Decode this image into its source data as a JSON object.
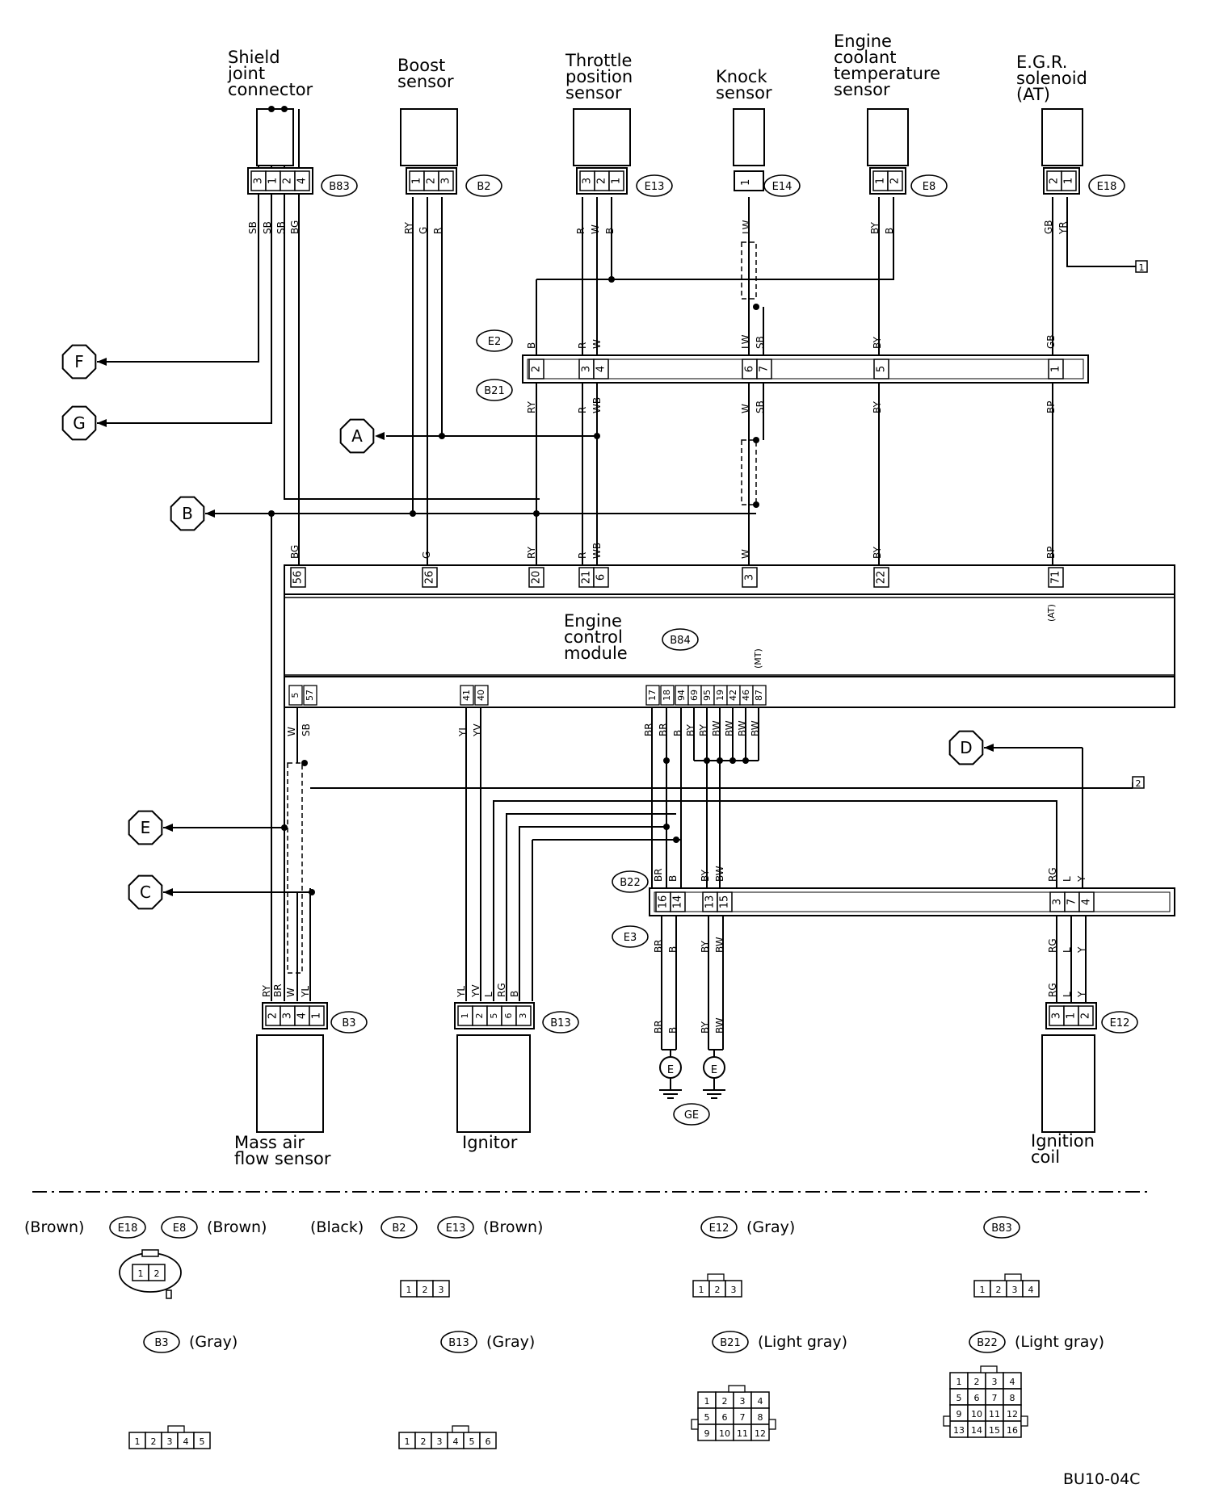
{
  "components": {
    "shield": "Shield joint connector",
    "boost": "Boost sensor",
    "tps": "Throttle position sensor",
    "knock": "Knock sensor",
    "ect": "Engine coolant temperature sensor",
    "egr": "E.G.R. solenoid (AT)",
    "ecm": "Engine control module",
    "maf": "Mass air flow sensor",
    "ignitor": "Ignitor",
    "coil": "Ignition coil"
  },
  "connector_ids": {
    "B83": "B83",
    "B2": "B2",
    "E13": "E13",
    "E14": "E14",
    "E8": "E8",
    "E18": "E18",
    "E2": "E2",
    "B21": "B21",
    "B84": "B84",
    "B22": "B22",
    "E3": "E3",
    "B3": "B3",
    "B13": "B13",
    "E12": "E12",
    "GE": "GE"
  },
  "offpage_refs": [
    "F",
    "G",
    "A",
    "B",
    "E",
    "C",
    "D"
  ],
  "ground_symbol": "E",
  "ref_boxes": [
    "1",
    "2"
  ],
  "ecm_notes": {
    "at": "(AT)",
    "mt": "(MT)"
  },
  "legend": {
    "row1": [
      {
        "color": "(Brown)",
        "ids": [
          "E18"
        ]
      },
      {
        "ids": [
          "E8"
        ],
        "color": "(Brown)"
      },
      {
        "color": "(Black)",
        "ids": [
          "B2"
        ]
      },
      {
        "ids": [
          "E13"
        ],
        "color": "(Brown)"
      },
      {
        "ids": [
          "E12"
        ],
        "color": "(Gray)"
      },
      {
        "ids": [
          "B83"
        ],
        "color": ""
      }
    ],
    "row2": [
      {
        "ids": [
          "B3"
        ],
        "color": "(Gray)"
      },
      {
        "ids": [
          "B13"
        ],
        "color": "(Gray)"
      },
      {
        "ids": [
          "B21"
        ],
        "color": "(Light gray)"
      },
      {
        "ids": [
          "B22"
        ],
        "color": "(Light gray)"
      }
    ]
  },
  "figure_code": "BU10-04C"
}
